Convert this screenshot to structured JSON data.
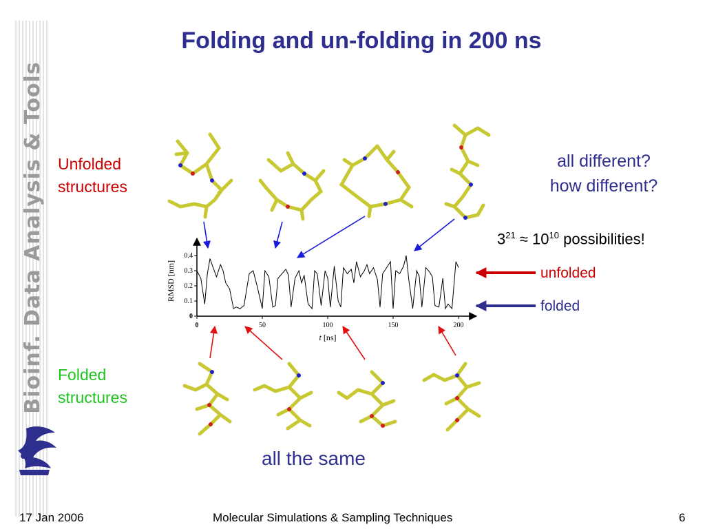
{
  "sidebar": {
    "vertical_text": "Bioinf. Data Analysis & Tools"
  },
  "title": "Folding and un-folding in 200 ns",
  "labels": {
    "unfolded_structures": [
      "Unfolded",
      "structures"
    ],
    "folded_structures": [
      "Folded",
      "structures"
    ],
    "question": [
      "all different?",
      "how different?"
    ],
    "possibilities": {
      "base": "3",
      "exp1": "21",
      "approx": "≈ 10",
      "exp2": "10",
      "suffix": " possibilities!"
    },
    "unfolded": "unfolded",
    "folded": "folded",
    "all_same": "all the same"
  },
  "colors": {
    "title": "#2e2e8e",
    "unfolded": "#cc0000",
    "folded_text": "#1fc41f",
    "molecule": "#c8c832"
  },
  "footer": {
    "date": "17 Jan 2006",
    "course": "Molecular Simulations & Sampling Techniques",
    "page": "6"
  },
  "chart_data": {
    "type": "line",
    "ylabel": "RMSD [nm]",
    "xlabel_italic": "t",
    "xlabel_unit": " [ns]",
    "xlim": [
      0,
      200
    ],
    "ylim": [
      0,
      0.45
    ],
    "xticks": [
      0,
      50,
      100,
      150,
      200
    ],
    "yticks": [
      0,
      0.1,
      0.2,
      0.3,
      0.4
    ],
    "series": [
      {
        "x": [
          0,
          3,
          6,
          8,
          10,
          12,
          15,
          18,
          20,
          22,
          25,
          28,
          30,
          33,
          36,
          40,
          43,
          46,
          50,
          52,
          55,
          58,
          60,
          62,
          65,
          68,
          70,
          72,
          75,
          78,
          80,
          82,
          85,
          88,
          90,
          92,
          95,
          98,
          100,
          102,
          105,
          108,
          110,
          112,
          115,
          118,
          120,
          122,
          125,
          128,
          130,
          132,
          135,
          138,
          140,
          142,
          145,
          148,
          150,
          152,
          155,
          158,
          160,
          162,
          165,
          168,
          170,
          172,
          175,
          178,
          180,
          182,
          185,
          188,
          190,
          192,
          195,
          198,
          200
        ],
        "values": [
          0.3,
          0.25,
          0.08,
          0.28,
          0.38,
          0.33,
          0.26,
          0.34,
          0.3,
          0.22,
          0.18,
          0.05,
          0.06,
          0.05,
          0.07,
          0.28,
          0.3,
          0.2,
          0.05,
          0.3,
          0.26,
          0.06,
          0.07,
          0.25,
          0.28,
          0.31,
          0.27,
          0.06,
          0.25,
          0.3,
          0.22,
          0.27,
          0.08,
          0.05,
          0.3,
          0.28,
          0.07,
          0.3,
          0.25,
          0.06,
          0.33,
          0.1,
          0.06,
          0.32,
          0.28,
          0.31,
          0.22,
          0.36,
          0.26,
          0.3,
          0.34,
          0.28,
          0.32,
          0.24,
          0.06,
          0.28,
          0.32,
          0.36,
          0.05,
          0.3,
          0.28,
          0.33,
          0.4,
          0.24,
          0.05,
          0.3,
          0.26,
          0.06,
          0.32,
          0.29,
          0.26,
          0.07,
          0.06,
          0.25,
          0.05,
          0.08,
          0.05,
          0.36,
          0.32
        ]
      }
    ]
  }
}
